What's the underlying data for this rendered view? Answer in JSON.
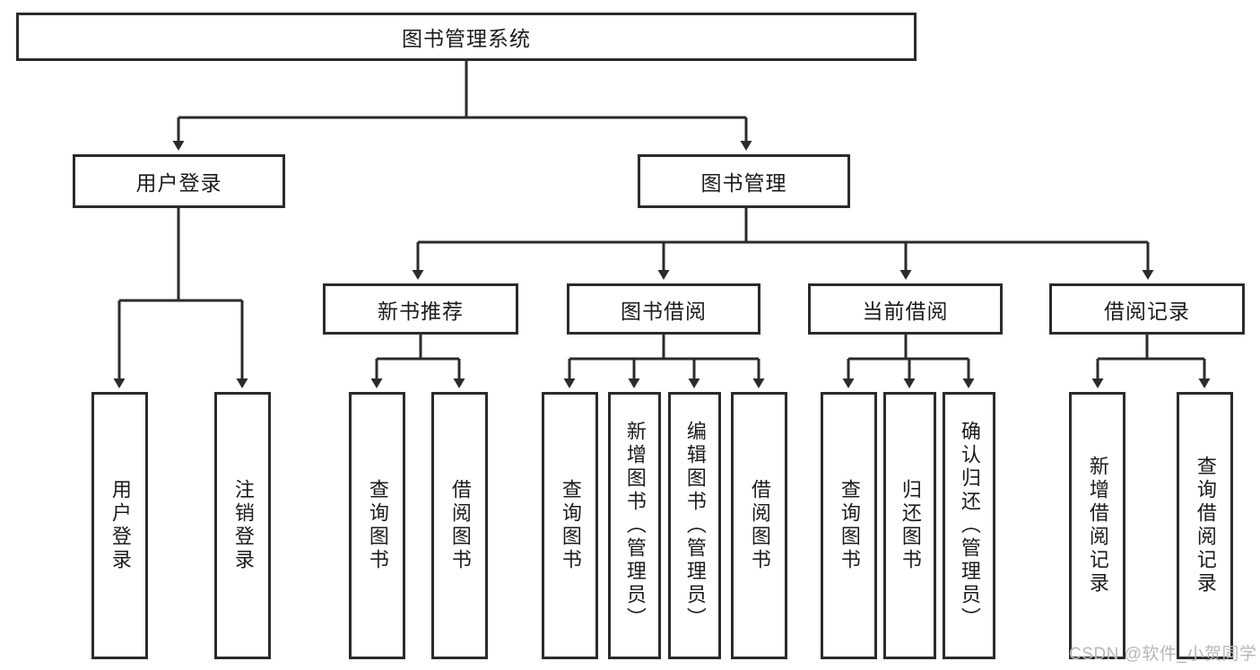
{
  "diagram": {
    "type": "tree-hierarchy-chart",
    "title": "图书管理系统",
    "colors": {
      "box_border": "#2b2b2b",
      "box_fill": "#ffffff",
      "connector": "#2b2b2b",
      "text": "#1b1b1b",
      "watermark": "#b7b7b7",
      "background": "#ffffff"
    },
    "levels": {
      "root": {
        "label": "图书管理系统"
      },
      "level2": [
        {
          "id": "user-login",
          "label": "用户登录"
        },
        {
          "id": "book-management",
          "label": "图书管理"
        }
      ],
      "level3": [
        {
          "id": "new-book-recommend",
          "label": "新书推荐",
          "parent": "book-management"
        },
        {
          "id": "book-borrow",
          "label": "图书借阅",
          "parent": "book-management"
        },
        {
          "id": "current-borrow",
          "label": "当前借阅",
          "parent": "book-management"
        },
        {
          "id": "borrow-record",
          "label": "借阅记录",
          "parent": "book-management"
        }
      ],
      "leaves": [
        {
          "id": "leaf-user-login",
          "label": "用户登录",
          "parent": "user-login"
        },
        {
          "id": "leaf-logout-login",
          "label": "注销登录",
          "parent": "user-login"
        },
        {
          "id": "leaf-query-book-1",
          "label": "查询图书",
          "parent": "new-book-recommend"
        },
        {
          "id": "leaf-borrow-book-1",
          "label": "借阅图书",
          "parent": "new-book-recommend"
        },
        {
          "id": "leaf-query-book-2",
          "label": "查询图书",
          "parent": "book-borrow"
        },
        {
          "id": "leaf-add-book",
          "label": "新增图书（管理员）",
          "parent": "book-borrow"
        },
        {
          "id": "leaf-edit-book",
          "label": "编辑图书（管理员）",
          "parent": "book-borrow"
        },
        {
          "id": "leaf-borrow-book-2",
          "label": "借阅图书",
          "parent": "book-borrow"
        },
        {
          "id": "leaf-query-book-3",
          "label": "查询图书",
          "parent": "current-borrow"
        },
        {
          "id": "leaf-return-book",
          "label": "归还图书",
          "parent": "current-borrow"
        },
        {
          "id": "leaf-confirm-return",
          "label": "确认归还（管理员）",
          "parent": "current-borrow"
        },
        {
          "id": "leaf-add-borrow-record",
          "label": "新增借阅记录",
          "parent": "borrow-record"
        },
        {
          "id": "leaf-query-borrow-record",
          "label": "查询借阅记录",
          "parent": "borrow-record"
        }
      ]
    },
    "watermark": "CSDN @软件_小贺同学"
  }
}
